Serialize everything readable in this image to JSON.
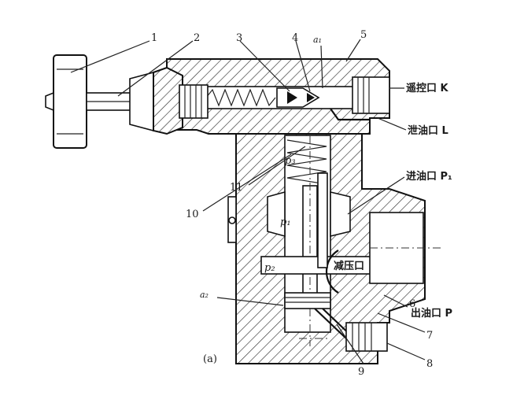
{
  "labels": {
    "n1": "1",
    "n2": "2",
    "n3": "3",
    "n4": "4",
    "a1": "a₁",
    "n5": "5",
    "remote_port": "遥控口 K",
    "drain_port": "泄油口 L",
    "inlet_port": "进油口 P₁",
    "p3": "p₃",
    "p1": "p₁",
    "p2": "p₂",
    "reduce_port": "减压口",
    "a2": "a₂",
    "outlet_port": "出油口 P",
    "n6": "6",
    "n7": "7",
    "n8": "8",
    "n9": "9",
    "n10": "10",
    "n11": "11",
    "figure_tag": "(a)"
  },
  "colors": {
    "ink": "#111111",
    "paper": "#ffffff"
  }
}
